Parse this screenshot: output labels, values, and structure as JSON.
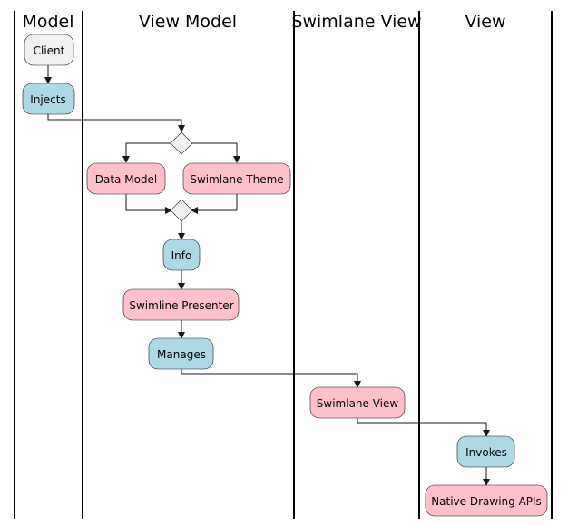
{
  "lanes": [
    "Model",
    "View Model",
    "Swimlane View",
    "View"
  ],
  "nodes": {
    "client": "Client",
    "injects": "Injects",
    "data_model": "Data Model",
    "swimlane_theme": "Swimlane Theme",
    "info": "Info",
    "swimline_presenter": "Swimline Presenter",
    "manages": "Manages",
    "swimlane_view": "Swimlane View",
    "invokes": "Invokes",
    "native_drawing_apis": "Native Drawing APIs"
  },
  "colors": {
    "neutral": "#f1f1f1",
    "blue": "#add8e6",
    "pink": "#ffc0cb"
  }
}
